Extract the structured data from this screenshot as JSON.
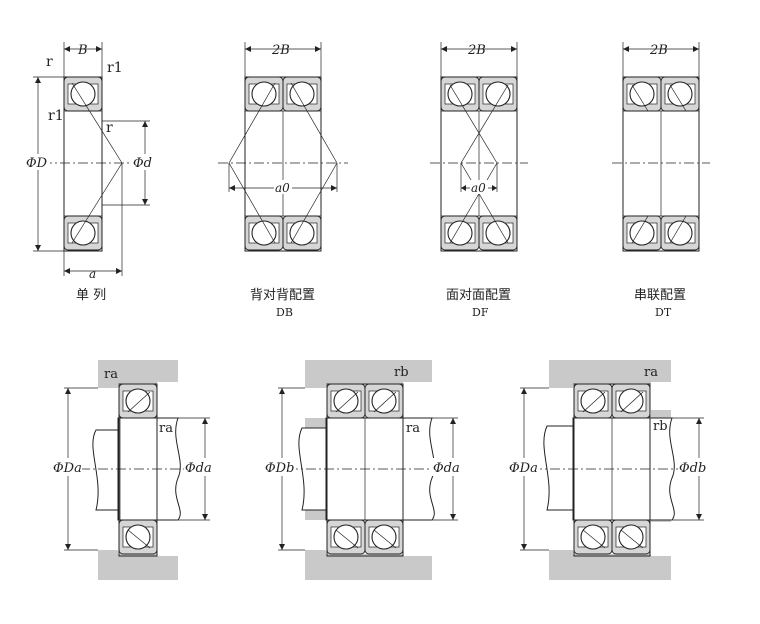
{
  "colors": {
    "ink": "#222222",
    "ring": "#d6d6d6",
    "housing": "#c9c9c9",
    "ball": "#ffffff"
  },
  "top": {
    "single": {
      "dim_B": "B",
      "r_top": "r",
      "r1_top": "r1",
      "r1_left": "r1",
      "r_mid": "r",
      "phiD": "ΦD",
      "phid": "Φd",
      "a": "a",
      "caption": "单 列"
    },
    "db": {
      "dim_2B": "2B",
      "a0": "a0",
      "caption": "背对背配置",
      "code": "DB"
    },
    "df": {
      "dim_2B": "2B",
      "a0": "a0",
      "caption": "面对面配置",
      "code": "DF"
    },
    "dt": {
      "dim_2B": "2B",
      "caption": "串联配置",
      "code": "DT"
    }
  },
  "bottom": {
    "m1": {
      "ra_top": "ra",
      "ra_side": "ra",
      "phiDa": "ΦDa",
      "phida": "Φda"
    },
    "m2": {
      "rb_top": "rb",
      "ra_side": "ra",
      "phiDb": "ΦDb",
      "phida": "Φda"
    },
    "m3": {
      "ra_top": "ra",
      "rb_side": "rb",
      "phiDa": "ΦDa",
      "phidb": "Φdb"
    }
  }
}
